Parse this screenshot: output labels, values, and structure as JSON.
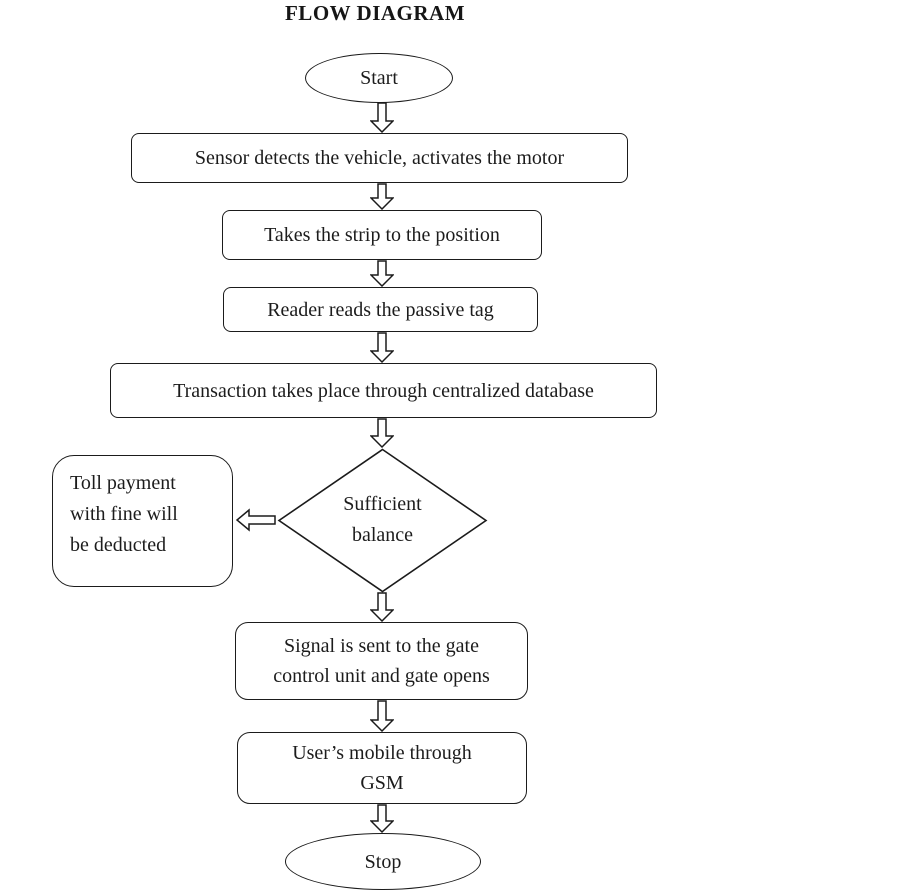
{
  "title": "FLOW DIAGRAM",
  "colors": {
    "line": "#1b1b1b",
    "fill": "#ffffff",
    "text": "#1c1c1c"
  },
  "nodes": {
    "start": {
      "type": "terminator",
      "label": "Start"
    },
    "sensor": {
      "type": "process",
      "label": "Sensor detects the vehicle, activates the motor"
    },
    "strip": {
      "type": "process",
      "label": "Takes the strip to the position"
    },
    "reader": {
      "type": "process",
      "label": "Reader reads the passive tag"
    },
    "transaction": {
      "type": "process",
      "label": "Transaction takes place through centralized database"
    },
    "decision": {
      "type": "decision",
      "line1": "Sufficient",
      "line2": "balance"
    },
    "toll": {
      "type": "process",
      "line1": "Toll payment",
      "line2": "with fine will",
      "line3": "be deducted"
    },
    "signal": {
      "type": "process",
      "line1": "Signal is sent to the gate",
      "line2": "control unit and gate opens"
    },
    "gsm": {
      "type": "process",
      "line1": "User’s mobile through",
      "line2": "GSM"
    },
    "stop": {
      "type": "terminator",
      "label": "Stop"
    }
  },
  "edges": [
    {
      "from": "start",
      "to": "sensor"
    },
    {
      "from": "sensor",
      "to": "strip"
    },
    {
      "from": "strip",
      "to": "reader"
    },
    {
      "from": "reader",
      "to": "transaction"
    },
    {
      "from": "transaction",
      "to": "decision"
    },
    {
      "from": "decision",
      "to": "toll"
    },
    {
      "from": "decision",
      "to": "signal"
    },
    {
      "from": "signal",
      "to": "gsm"
    },
    {
      "from": "gsm",
      "to": "stop"
    }
  ]
}
